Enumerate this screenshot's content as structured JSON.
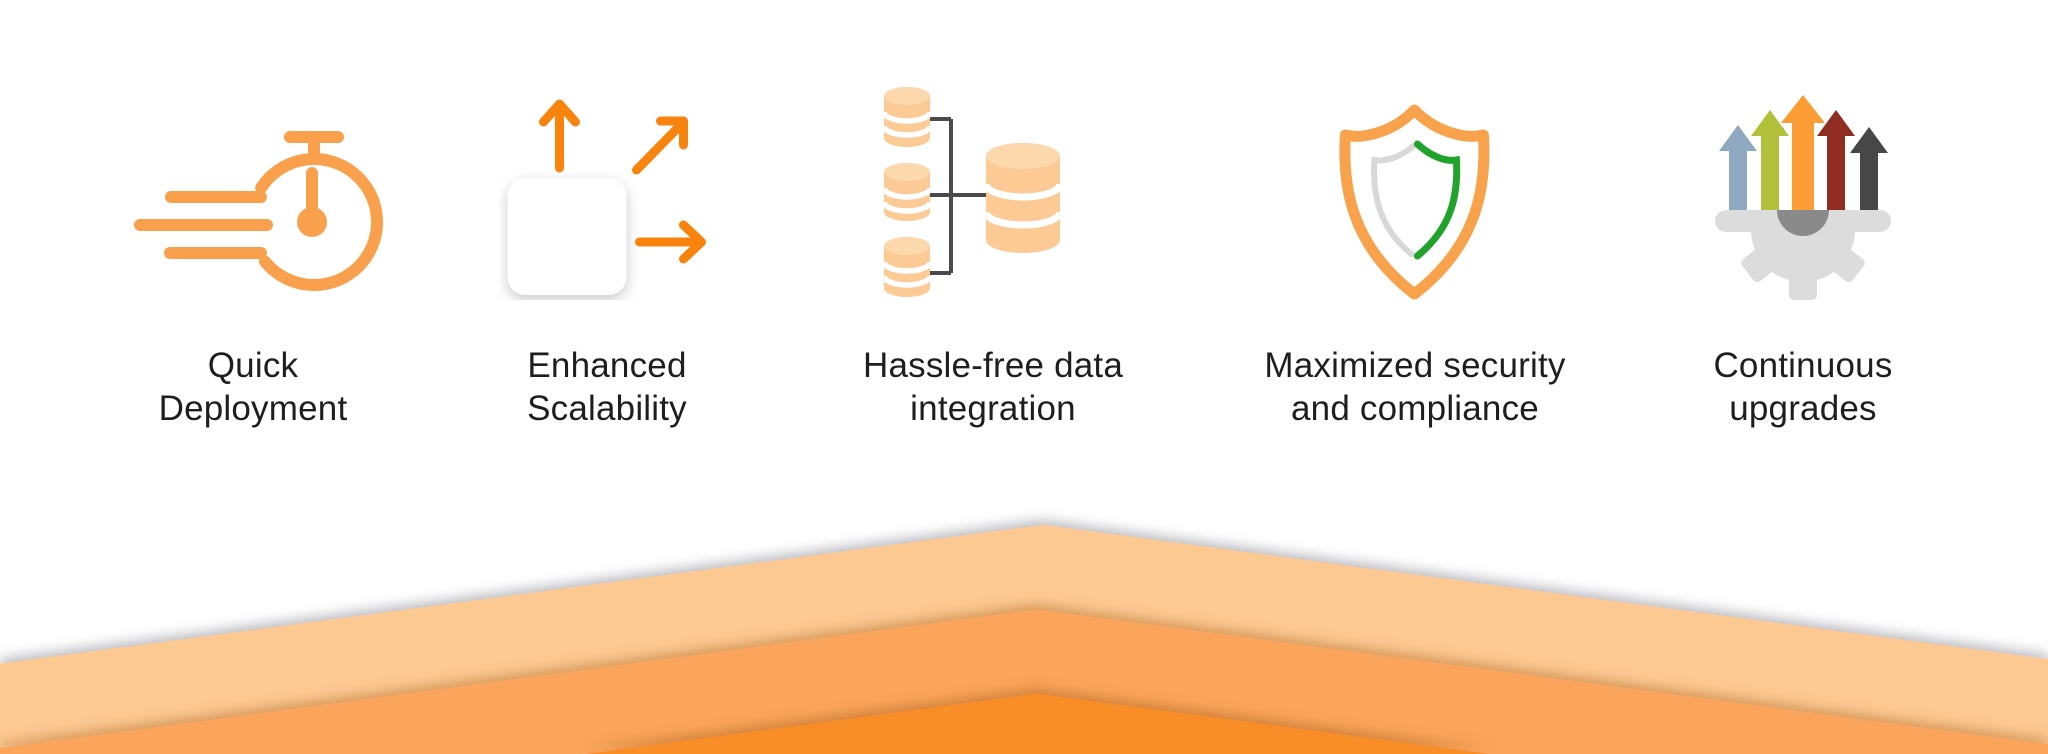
{
  "features": [
    {
      "icon": "stopwatch-icon",
      "line1": "Quick",
      "line2": "Deployment"
    },
    {
      "icon": "scale-arrows-icon",
      "line1": "Enhanced",
      "line2": "Scalability"
    },
    {
      "icon": "database-integration-icon",
      "line1": "Hassle-free data",
      "line2": "integration"
    },
    {
      "icon": "shield-icon",
      "line1": "Maximized security",
      "line2": "and compliance"
    },
    {
      "icon": "upgrade-arrows-gear-icon",
      "line1": "Continuous",
      "line2": "upgrades"
    }
  ],
  "colors": {
    "text_color": "#1E1E1E",
    "accent_orange": "#F8830D",
    "stopwatch_orange": "#F9A04D",
    "shield_orange": "#F9A24C",
    "shield_gray": "#D8D8D8",
    "shield_green": "#1FA32A",
    "db_fill": "#FBCA95",
    "db_top": "#FCD8AD",
    "connector_gray": "#4A4A4A",
    "arrow_blue": "#8FA9C1",
    "arrow_green": "#B1C13B",
    "arrow_orange": "#FB9C34",
    "arrow_red": "#8E2D20",
    "arrow_charcoal": "#474747",
    "gear_gray": "#DCDCDC",
    "gear_dark": "#8A8A8A",
    "chev_light": "#FDC992",
    "chev_mid": "#FBA55C",
    "chev_dark": "#F98E28"
  }
}
